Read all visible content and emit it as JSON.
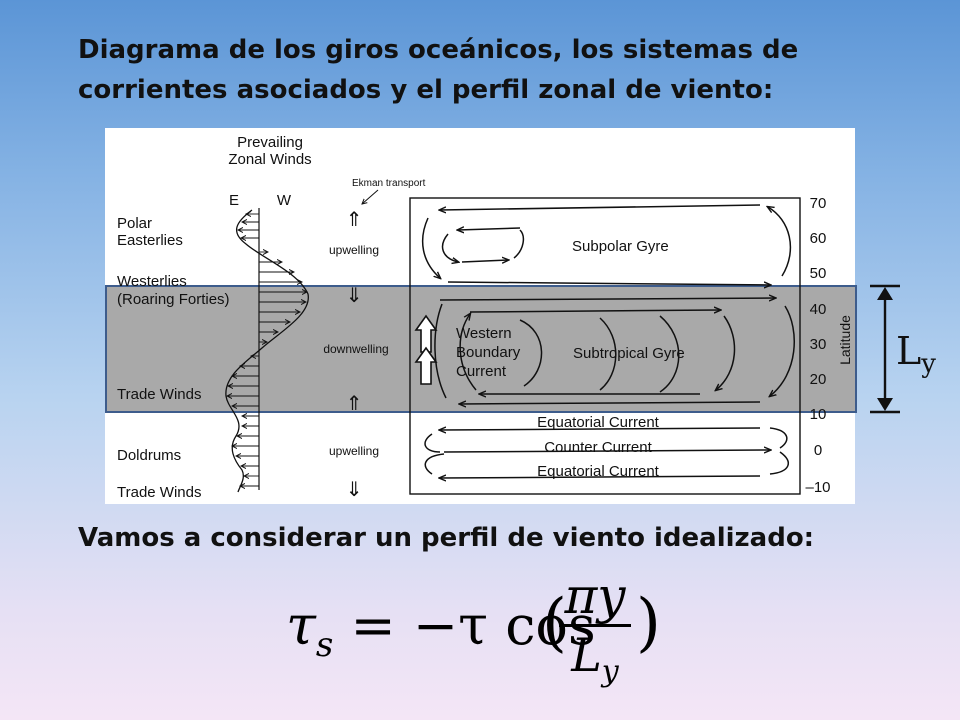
{
  "title": "Diagrama de los giros oceánicos, los sistemas de corrientes asociados y el perfil zonal de viento:",
  "subtitle": "Vamos a considerar un perfil de viento idealizado:",
  "diagram": {
    "prevailing_line1": "Prevailing",
    "prevailing_line2": "Zonal Winds",
    "east": "E",
    "west": "W",
    "ekman": "Ekman transport",
    "wind_labels": {
      "polar1": "Polar",
      "polar2": "Easterlies",
      "westerlies1": "Westerlies",
      "westerlies2": "(Roaring Forties)",
      "trade1": "Trade Winds",
      "doldrums": "Doldrums",
      "trade2": "Trade Winds"
    },
    "upwelling_top": "upwelling",
    "downwelling": "downwelling",
    "upwelling_bottom": "upwelling",
    "gyres": {
      "subpolar": "Subpolar Gyre",
      "western1": "Western",
      "western2": "Boundary",
      "western3": "Current",
      "subtropical": "Subtropical Gyre",
      "equatorial_top": "Equatorial Current",
      "counter": "Counter Current",
      "equatorial_bottom": "Equatorial Current"
    },
    "latitudes": [
      "70",
      "60",
      "50",
      "40",
      "30",
      "20",
      "10",
      "0",
      "–10"
    ],
    "latitude_axis": "Latitude",
    "ly_label": "L",
    "ly_sub": "y"
  },
  "formula": {
    "lhs": "τ",
    "lhs_sub": "s",
    "eq": " = −τ cos",
    "num": "πy",
    "den_main": "L",
    "den_sub": "y",
    "open": "(",
    "close": ")"
  },
  "colors": {
    "band": "#a9a9a9",
    "band_border": "#3d5c8c"
  }
}
